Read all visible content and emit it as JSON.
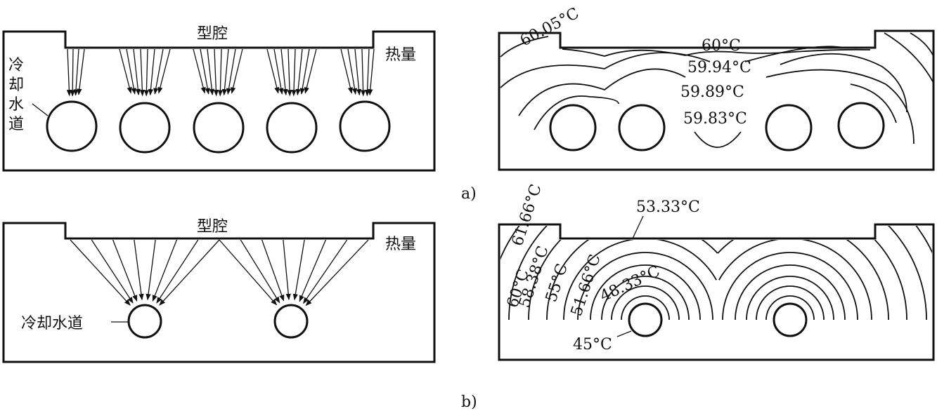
{
  "panel_a": {
    "left": {
      "cavity_label": "型腔",
      "heat_label": "热量",
      "channel_label": [
        "冷",
        "却",
        "水",
        "道"
      ]
    },
    "right": {
      "isotherms": [
        "60.05°C",
        "60°C",
        "59.94°C",
        "59.89°C",
        "59.83°C"
      ]
    },
    "caption": "a)"
  },
  "panel_b": {
    "left": {
      "cavity_label": "型腔",
      "heat_label": "热量",
      "channel_label": "冷却水道"
    },
    "right": {
      "isotherms": [
        "61.66°C",
        "60°C",
        "58.38°C",
        "55°C",
        "51.66°C",
        "48.33°C",
        "53.33°C",
        "45°C"
      ]
    },
    "caption": "b)"
  },
  "colors": {
    "line": "#111111",
    "background": "#ffffff"
  }
}
